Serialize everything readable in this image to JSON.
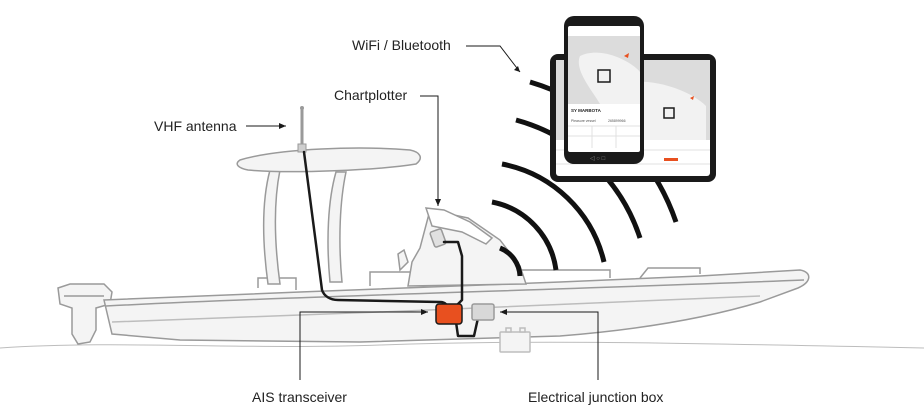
{
  "labels": {
    "wifi": "WiFi / Bluetooth",
    "chartplotter": "Chartplotter",
    "vhf": "VHF antenna",
    "ais": "AIS transceiver",
    "junction": "Electrical junction box"
  },
  "phone_screen": {
    "vessel_name": "SY MARBOTA",
    "vessel_type": "Pleasure vessel",
    "mmsi": "265899966"
  },
  "colors": {
    "outline": "#9a9a9a",
    "cable": "#1a1a1a",
    "ais_accent": "#e8501f",
    "signal_wave": "#111111",
    "hull_fill": "#f4f4f4"
  }
}
